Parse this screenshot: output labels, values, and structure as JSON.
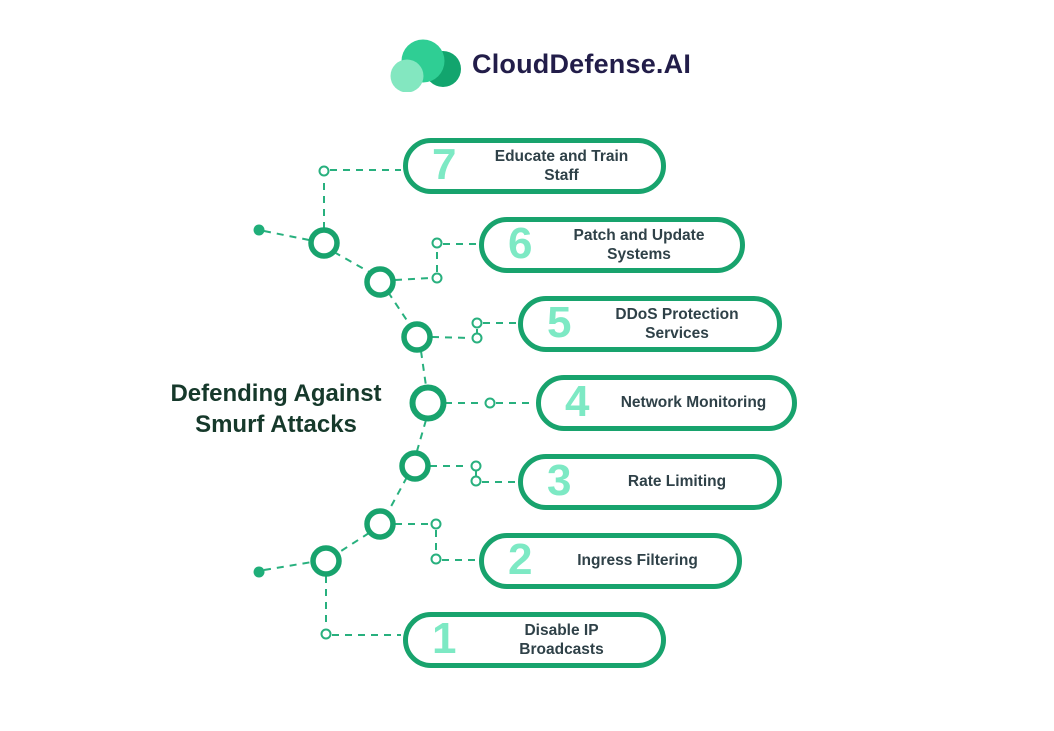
{
  "header": {
    "brand": "CloudDefense.AI"
  },
  "title": "Defending Against Smurf Attacks",
  "steps": [
    {
      "number": "7",
      "label": "Educate and Train Staff"
    },
    {
      "number": "6",
      "label": "Patch and Update\nSystems"
    },
    {
      "number": "5",
      "label": "DDoS Protection\nServices"
    },
    {
      "number": "4",
      "label": "Network Monitoring"
    },
    {
      "number": "3",
      "label": "Rate Limiting"
    },
    {
      "number": "2",
      "label": "Ingress Filtering"
    },
    {
      "number": "1",
      "label": "Disable IP Broadcasts"
    }
  ],
  "colors": {
    "pill_border": "#18a36d",
    "step_number": "#7de9c4",
    "step_label_text": "#2f4148",
    "title_text": "#16392b",
    "connector_line": "#28b07e",
    "brand_text": "#221d49",
    "logo_dark_green": "#12a56e",
    "logo_mid_green": "#2fce94",
    "logo_light_mint": "#83e7c0",
    "background": "#ffffff"
  }
}
